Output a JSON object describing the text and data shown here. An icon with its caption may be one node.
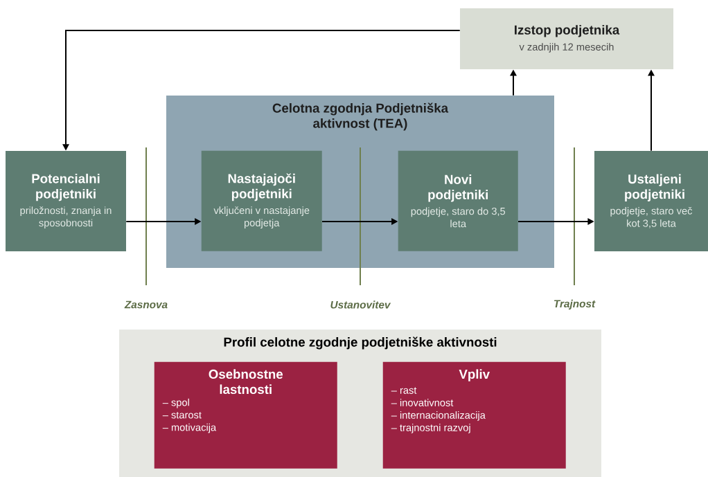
{
  "diagram": {
    "nodes": [
      {
        "text": [
          "Izstop podjetnika",
          "v zadnjih 12 mesecih"
        ]
      },
      {
        "text": [
          "Celotna zgodnja Podjetniška aktivnost (TEA)"
        ]
      },
      {
        "text": [
          "Potencialni podjetniki",
          "priložnosti, znanja in sposobnosti"
        ]
      },
      {
        "text": [
          "Nastajajoči podjetniki",
          "vključeni v nastajanje podjetja"
        ],
        "in": 1
      },
      {
        "text": [
          "Novi podjetniki",
          "podjetje, staro do 3,5 leta"
        ],
        "in": 1
      },
      {
        "text": [
          "Ustaljeni podjetniki",
          "podjetje, staro več kot 3,5 leta"
        ]
      },
      {
        "text": [
          "Profil celotne zgodnje podjetniške aktivnosti"
        ]
      },
      {
        "text": [
          "Osebnostne lastnosti",
          "– spol",
          "– starost",
          "– motivacija"
        ],
        "in": 6
      },
      {
        "text": [
          "Vpliv",
          "– rast",
          "– inovativnost",
          "– internacionalizacija",
          "– trajnostni razvoj"
        ],
        "in": 6
      }
    ],
    "edges": [
      {
        "from": 0,
        "to": 2,
        "arrow": "to"
      },
      {
        "from": 1,
        "to": 0,
        "arrow": "to"
      },
      {
        "from": 5,
        "to": 0,
        "arrow": "to"
      },
      {
        "from": 2,
        "to": 3,
        "arrow": "to"
      },
      {
        "from": 3,
        "to": 4,
        "arrow": "to"
      },
      {
        "from": 4,
        "to": 5,
        "arrow": "to"
      }
    ],
    "labels": [
      "Zasnova",
      "Ustanovitev",
      "Trajnost"
    ]
  }
}
